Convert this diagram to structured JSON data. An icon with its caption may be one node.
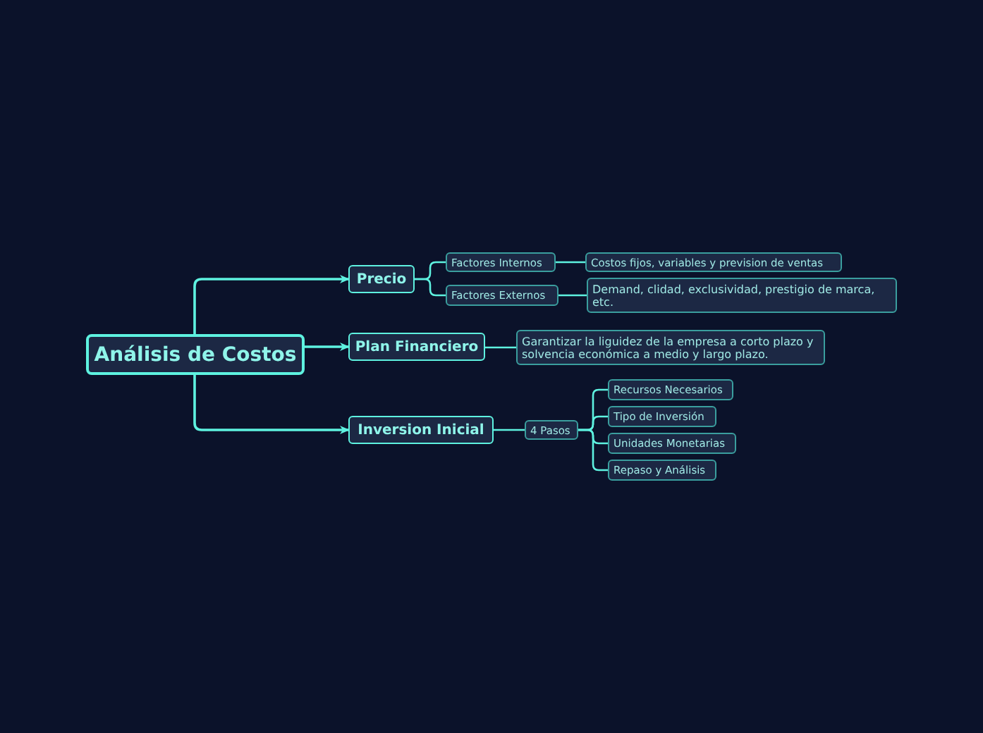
{
  "diagram": {
    "nodes": [
      {
        "text": [
          "Análisis de Costos"
        ]
      },
      {
        "text": [
          "Precio"
        ]
      },
      {
        "text": [
          "Plan Financiero"
        ]
      },
      {
        "text": [
          "Inversion Inicial"
        ]
      },
      {
        "text": [
          "Factores Internos"
        ]
      },
      {
        "text": [
          "Factores Externos"
        ]
      },
      {
        "text": [
          "Costos fijos, variables y prevision de ventas"
        ]
      },
      {
        "text": [
          "Demand, clidad, exclusividad, prestigio de marca, etc."
        ]
      },
      {
        "text": [
          "Garantizar la liguidez de la empresa a corto plazo y solvencia económica a medio y largo plazo."
        ]
      },
      {
        "text": [
          "4 Pasos"
        ]
      },
      {
        "text": [
          "Recursos Necesarios"
        ]
      },
      {
        "text": [
          "Tipo de Inversión"
        ]
      },
      {
        "text": [
          "Unidades Monetarias"
        ]
      },
      {
        "text": [
          "Repaso y Análisis"
        ]
      }
    ],
    "edges": [
      {
        "from": 0,
        "to": 1,
        "arrow": "to"
      },
      {
        "from": 0,
        "to": 2,
        "arrow": "to"
      },
      {
        "from": 0,
        "to": 3,
        "arrow": "to"
      },
      {
        "from": 1,
        "to": 4,
        "arrow": "none"
      },
      {
        "from": 1,
        "to": 5,
        "arrow": "none"
      },
      {
        "from": 4,
        "to": 6,
        "arrow": "none"
      },
      {
        "from": 5,
        "to": 7,
        "arrow": "none"
      },
      {
        "from": 2,
        "to": 8,
        "arrow": "none"
      },
      {
        "from": 3,
        "to": 9,
        "arrow": "none"
      },
      {
        "from": 9,
        "to": 10,
        "arrow": "none"
      },
      {
        "from": 9,
        "to": 11,
        "arrow": "none"
      },
      {
        "from": 9,
        "to": 12,
        "arrow": "none"
      },
      {
        "from": 9,
        "to": 13,
        "arrow": "none"
      }
    ]
  }
}
